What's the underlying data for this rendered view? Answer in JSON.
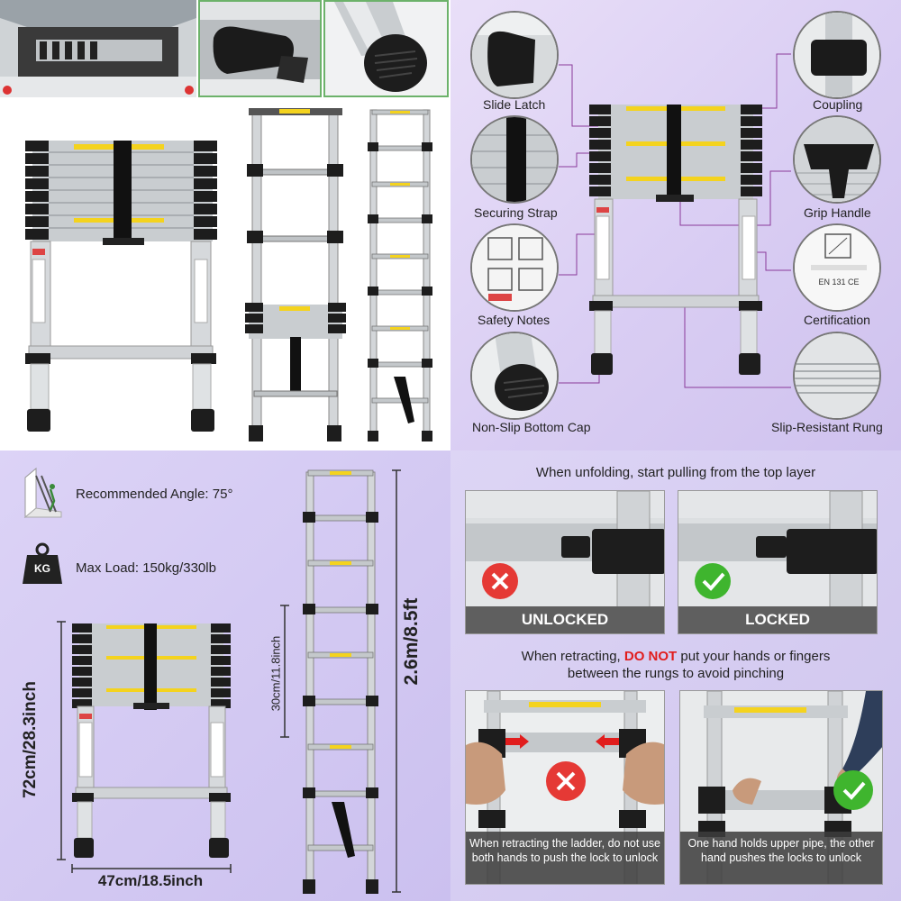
{
  "features": {
    "slide_latch": "Slide Latch",
    "coupling": "Coupling",
    "securing_strap": "Securing Strap",
    "grip_handle": "Grip Handle",
    "safety_notes": "Safety Notes",
    "certification": "Certification",
    "non_slip_cap": "Non-Slip Bottom Cap",
    "slip_rung": "Slip-Resistant Rung",
    "cert_text": "EN 131 CE"
  },
  "specs": {
    "angle_label": "Recommended Angle: 75°",
    "load_label": "Max Load: 150kg/330lb",
    "kg_icon": "KG",
    "height_closed": "72cm/28.3inch",
    "width": "47cm/18.5inch",
    "rung_spacing": "30cm/11.8inch",
    "height_open": "2.6m/8.5ft"
  },
  "instructions": {
    "unfold_title": "When unfolding, start pulling from the top layer",
    "unlocked": "UNLOCKED",
    "locked": "LOCKED",
    "retract_prefix": "When retracting, ",
    "retract_warning": "DO NOT",
    "retract_suffix": " put your hands or fingers",
    "retract_line2": "between the rungs to avoid pinching",
    "wrong_caption": "When retracting the ladder, do not use both hands to push the lock to unlock",
    "right_caption": "One hand holds upper pipe, the other hand pushes the locks to unlock"
  },
  "colors": {
    "accent_green": "#6cb26a",
    "wrong_red": "#e53935",
    "right_green": "#3fb52e",
    "purple_bg": "#d9cdf3"
  }
}
